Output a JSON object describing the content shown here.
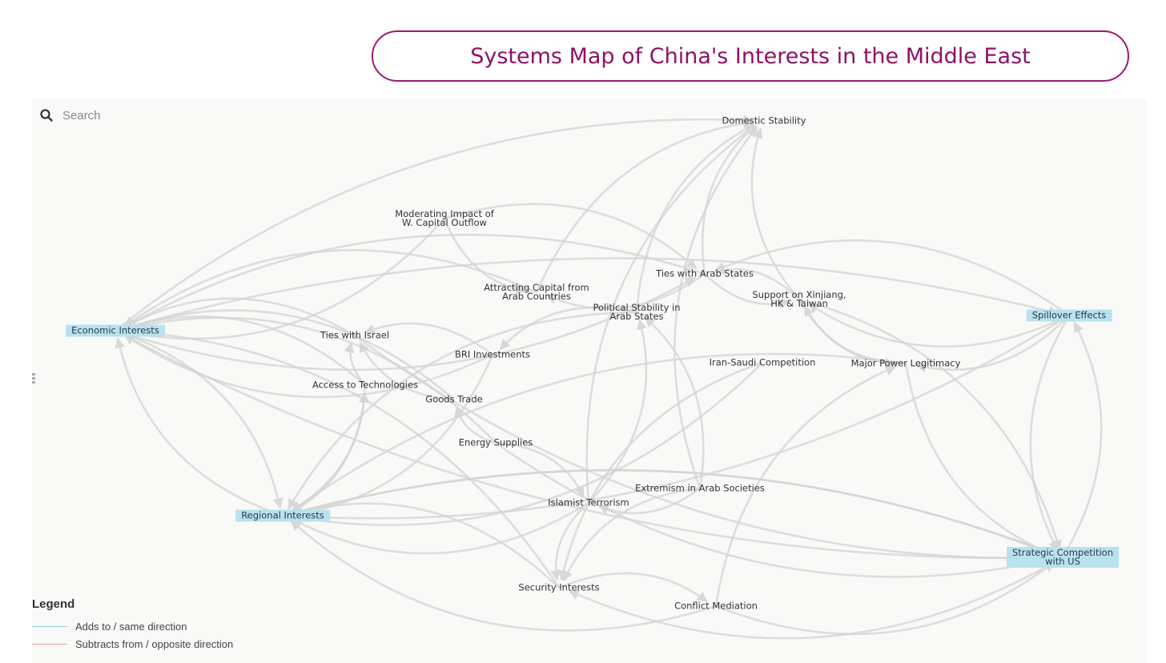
{
  "title": "Systems Map of China's Interests in the Middle East",
  "search": {
    "placeholder": "Search",
    "icon": "search-icon"
  },
  "colors": {
    "accent": "#8e1266",
    "highlight": "#b9e2f0",
    "edge": "#d3d3d3",
    "adds": "#8ecbe8",
    "subtracts": "#e7a49c"
  },
  "nodes": [
    {
      "id": "domestic",
      "label": "Domestic Stability",
      "hl": false
    },
    {
      "id": "moderating",
      "label": "Moderating Impact of\nW. Capital Outflow",
      "hl": false
    },
    {
      "id": "tiesarab",
      "label": "Ties with Arab States",
      "hl": false
    },
    {
      "id": "attracting",
      "label": "Attracting Capital from\nArab Countries",
      "hl": false
    },
    {
      "id": "support",
      "label": "Support on Xinjiang,\nHK & Taiwan",
      "hl": false
    },
    {
      "id": "polstab",
      "label": "Political Stability in\nArab States",
      "hl": false
    },
    {
      "id": "spillover",
      "label": "Spillover Effects",
      "hl": true
    },
    {
      "id": "economic",
      "label": "Economic Interests",
      "hl": true
    },
    {
      "id": "israel",
      "label": "Ties with Israel",
      "hl": false
    },
    {
      "id": "bri",
      "label": "BRI Investments",
      "hl": false
    },
    {
      "id": "iransaudi",
      "label": "Iran-Saudi Competition",
      "hl": false
    },
    {
      "id": "majorpower",
      "label": "Major Power Legitimacy",
      "hl": false
    },
    {
      "id": "tech",
      "label": "Access to Technologies",
      "hl": false
    },
    {
      "id": "goods",
      "label": "Goods Trade",
      "hl": false
    },
    {
      "id": "energy",
      "label": "Energy Supplies",
      "hl": false
    },
    {
      "id": "extremism",
      "label": "Extremism in Arab Societies",
      "hl": false
    },
    {
      "id": "terror",
      "label": "Islamist Terrorism",
      "hl": false
    },
    {
      "id": "regional",
      "label": "Regional Interests",
      "hl": true
    },
    {
      "id": "strategic",
      "label": "Strategic Competition\nwith US",
      "hl": true
    },
    {
      "id": "security",
      "label": "Security Interests",
      "hl": false
    },
    {
      "id": "mediation",
      "label": "Conflict Mediation",
      "hl": false
    }
  ],
  "edges": [
    [
      "economic",
      "domestic"
    ],
    [
      "economic",
      "tiesarab"
    ],
    [
      "economic",
      "spillover"
    ],
    [
      "economic",
      "strategic"
    ],
    [
      "moderating",
      "economic"
    ],
    [
      "moderating",
      "attracting"
    ],
    [
      "moderating",
      "tiesarab"
    ],
    [
      "attracting",
      "economic"
    ],
    [
      "attracting",
      "domestic"
    ],
    [
      "israel",
      "economic"
    ],
    [
      "bri",
      "economic"
    ],
    [
      "bri",
      "israel"
    ],
    [
      "bri",
      "regional"
    ],
    [
      "tech",
      "economic"
    ],
    [
      "tech",
      "israel"
    ],
    [
      "goods",
      "economic"
    ],
    [
      "goods",
      "israel"
    ],
    [
      "energy",
      "economic"
    ],
    [
      "energy",
      "goods"
    ],
    [
      "tiesarab",
      "economic"
    ],
    [
      "tiesarab",
      "attracting"
    ],
    [
      "tiesarab",
      "support"
    ],
    [
      "tiesarab",
      "domestic"
    ],
    [
      "support",
      "tiesarab"
    ],
    [
      "support",
      "domestic"
    ],
    [
      "support",
      "majorpower"
    ],
    [
      "support",
      "strategic"
    ],
    [
      "polstab",
      "regional"
    ],
    [
      "polstab",
      "domestic"
    ],
    [
      "polstab",
      "bri"
    ],
    [
      "spillover",
      "regional"
    ],
    [
      "spillover",
      "tiesarab"
    ],
    [
      "spillover",
      "support"
    ],
    [
      "spillover",
      "strategic"
    ],
    [
      "spillover",
      "majorpower"
    ],
    [
      "majorpower",
      "strategic"
    ],
    [
      "majorpower",
      "support"
    ],
    [
      "majorpower",
      "regional"
    ],
    [
      "iransaudi",
      "regional"
    ],
    [
      "iransaudi",
      "security"
    ],
    [
      "extremism",
      "terror"
    ],
    [
      "extremism",
      "polstab"
    ],
    [
      "extremism",
      "domestic"
    ],
    [
      "extremism",
      "security"
    ],
    [
      "terror",
      "regional"
    ],
    [
      "terror",
      "security"
    ],
    [
      "terror",
      "domestic"
    ],
    [
      "terror",
      "polstab"
    ],
    [
      "regional",
      "strategic"
    ],
    [
      "regional",
      "tech"
    ],
    [
      "regional",
      "economic"
    ],
    [
      "security",
      "regional"
    ],
    [
      "security",
      "mediation"
    ],
    [
      "security",
      "economic"
    ],
    [
      "mediation",
      "majorpower"
    ],
    [
      "mediation",
      "strategic"
    ],
    [
      "mediation",
      "regional"
    ],
    [
      "strategic",
      "regional"
    ],
    [
      "strategic",
      "security"
    ],
    [
      "strategic",
      "spillover"
    ],
    [
      "economic",
      "regional"
    ],
    [
      "energy",
      "strategic"
    ],
    [
      "energy",
      "terror"
    ],
    [
      "israel",
      "strategic"
    ],
    [
      "tech",
      "regional"
    ]
  ],
  "legend": {
    "title": "Legend",
    "items": [
      {
        "label": "Adds to / same direction",
        "color": "#8ecbe8"
      },
      {
        "label": "Subtracts from / opposite direction",
        "color": "#e7a49c"
      }
    ]
  }
}
